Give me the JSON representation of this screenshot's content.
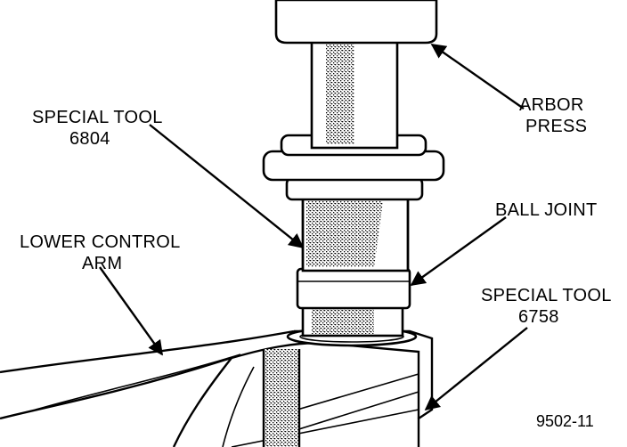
{
  "labels": {
    "arbor_press_line1": "ARBOR",
    "arbor_press_line2": "PRESS",
    "special_tool_top_line1": "SPECIAL TOOL",
    "special_tool_top_line2": "6804",
    "ball_joint": "BALL JOINT",
    "lower_control_arm_line1": "LOWER CONTROL",
    "lower_control_arm_line2": "ARM",
    "special_tool_bottom_line1": "SPECIAL TOOL",
    "special_tool_bottom_line2": "6758"
  },
  "figure_number": "9502-11"
}
